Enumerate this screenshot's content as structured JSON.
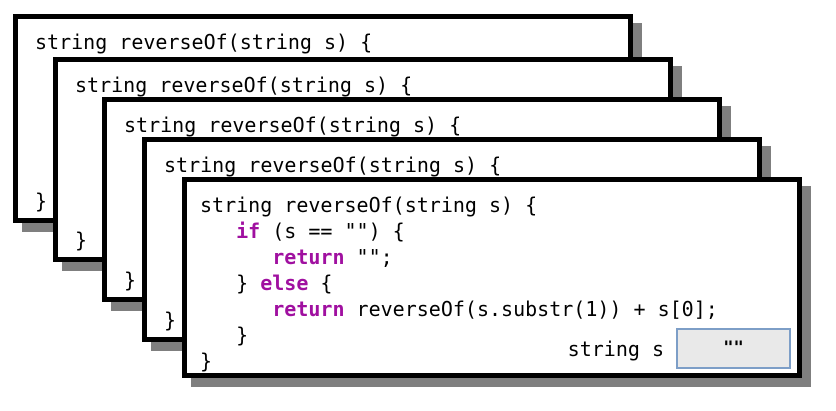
{
  "diagram": {
    "description": "recursive call stack of reverseOf with five stacked frames"
  },
  "stack": {
    "frame_header": "string reverseOf(string s) {",
    "frame_close": "}",
    "depth": 5
  },
  "code": {
    "lines": [
      [
        "string reverseOf(string s) {"
      ],
      [
        "   ",
        "if",
        " (s == \"\") {"
      ],
      [
        "      ",
        "return",
        " \"\";"
      ],
      [
        "   } ",
        "else",
        " {"
      ],
      [
        "      ",
        "return",
        " reverseOf(s.substr(1)) + s[0];"
      ],
      [
        "   }"
      ],
      [
        "}"
      ]
    ]
  },
  "variable": {
    "label": "string s",
    "value": "\"\""
  },
  "colors": {
    "keyword": "#a010a0",
    "shadow": "#7f7f7f",
    "frame_border": "#000000",
    "var_box_fill": "#e9e9e9",
    "var_box_border": "#7d9ec7"
  }
}
